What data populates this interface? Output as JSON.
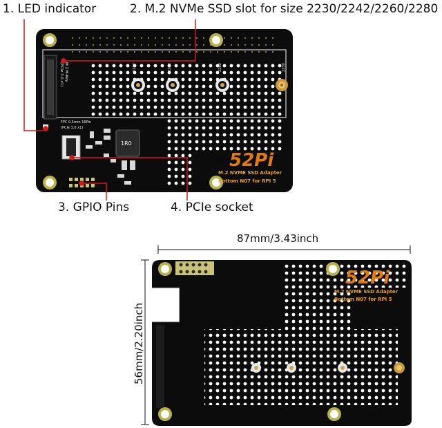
{
  "callouts": [
    {
      "number": "1.",
      "text": "LED indicator"
    },
    {
      "number": "2.",
      "text": "M.2 NVMe SSD slot for size 2230/2242/2260/2280"
    },
    {
      "number": "3.",
      "text": "GPIO Pins"
    },
    {
      "number": "4.",
      "text": "PCIe socket"
    }
  ],
  "dimensions": {
    "width_label": "87mm/3.43inch",
    "height_label": "56mm/2.20inch"
  },
  "board_front": {
    "logo": "52Pi",
    "line1": "M.2 NVME SSD Adapter",
    "line2": "Bottom N07 for RPI 5",
    "slot_silk1": "M.2 M-Key",
    "slot_silk2": "(PCIe 3.0 x1)",
    "fpc_silk1": "FPC 0.5mm 16Pin",
    "fpc_silk2": "(PCIe 3.0 x1)",
    "size_marks": [
      "2230",
      "2242",
      "2260",
      "2280"
    ],
    "inductor_mark": "1R0"
  },
  "board_back": {
    "logo": "52Pi",
    "line1": "M.2 NVME SSD Adapter",
    "line2": "Bottom N07 for RPI 5"
  },
  "colors": {
    "board": "#0c0c0c",
    "mount_ring": "#b8b24a",
    "accent_logo": "#e07a10",
    "leader_red": "#d21a1a"
  }
}
